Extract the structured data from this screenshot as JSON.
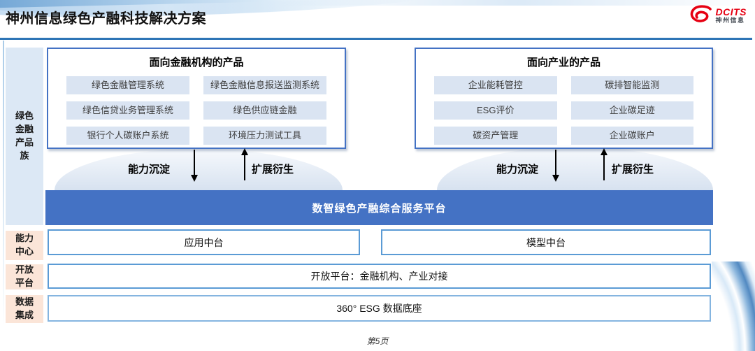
{
  "header": {
    "title": "神州信息绿色产融科技解决方案",
    "logo": {
      "brand_en": "DCITS",
      "brand_cn": "神州信息",
      "brand_color": "#e60012"
    }
  },
  "sidebar": {
    "items": [
      {
        "label": "绿色金融产品族"
      },
      {
        "label": "能力中心"
      },
      {
        "label": "开放平台"
      },
      {
        "label": "数据集成"
      }
    ]
  },
  "product_groups": [
    {
      "title": "面向金融机构的产品",
      "items": [
        "绿色金融管理系统",
        "绿色金融信息报送监测系统",
        "绿色信贷业务管理系统",
        "绿色供应链金融",
        "银行个人碳账户系统",
        "环境压力测试工具"
      ]
    },
    {
      "title": "面向产业的产品",
      "items": [
        "企业能耗管控",
        "碳排智能监测",
        "ESG评价",
        "企业碳足迹",
        "碳资产管理",
        "企业碳账户"
      ]
    }
  ],
  "flows": {
    "down_label": "能力沉淀",
    "up_label": "扩展衍生"
  },
  "platform_bar": {
    "label": "数智绿色产融综合服务平台"
  },
  "rows": {
    "capability_left": "应用中台",
    "capability_right": "模型中台",
    "open_platform": "开放平台：金融机构、产业对接",
    "data_base": "360° ESG 数据底座"
  },
  "footer": {
    "page": "第5页"
  },
  "icons": {
    "logo_swirl": "dcits-swirl",
    "down_arrow": "↓",
    "up_arrow": "↑"
  },
  "colors": {
    "accent_blue": "#4472c4",
    "rule_blue": "#2e75b6",
    "item_fill": "#dae4f2",
    "sidebar_blue": "#dce8f5",
    "sidebar_peach": "#fbe5d8",
    "row_border": "#5b9bd5",
    "logo_red": "#e60012"
  }
}
